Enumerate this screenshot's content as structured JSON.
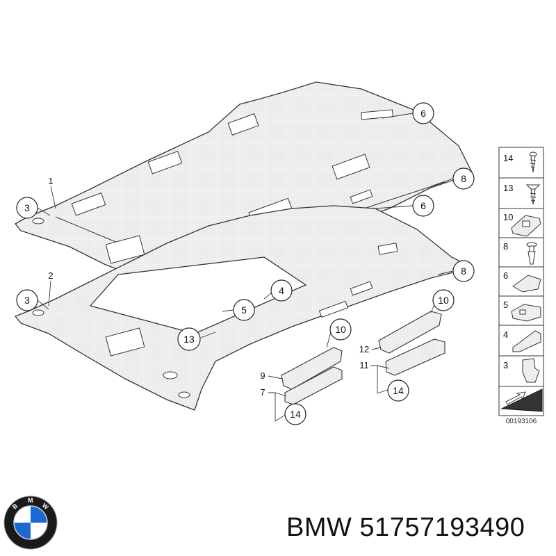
{
  "diagram": {
    "callouts": {
      "c1": "1",
      "c2": "2",
      "c3a": "3",
      "c3b": "3",
      "c4": "4",
      "c5": "5",
      "c6a": "6",
      "c6b": "6",
      "c7": "7",
      "c8a": "8",
      "c8b": "8",
      "c9": "9",
      "c10a": "10",
      "c10b": "10",
      "c11": "11",
      "c12": "12",
      "c13": "13",
      "c14a": "14",
      "c14b": "14"
    },
    "legend": {
      "items": [
        "14",
        "13",
        "10",
        "8",
        "6",
        "5",
        "4",
        "3"
      ],
      "ref_code": "00193106"
    }
  },
  "caption": {
    "brand": "BMW",
    "part_number": "51757193490",
    "text": "BMW 51757193490"
  },
  "logo": {
    "letters": [
      "B",
      "M",
      "W"
    ],
    "colors": {
      "blue": "#1c69d4",
      "white": "#ffffff",
      "ring": "#1a1a1a"
    }
  }
}
